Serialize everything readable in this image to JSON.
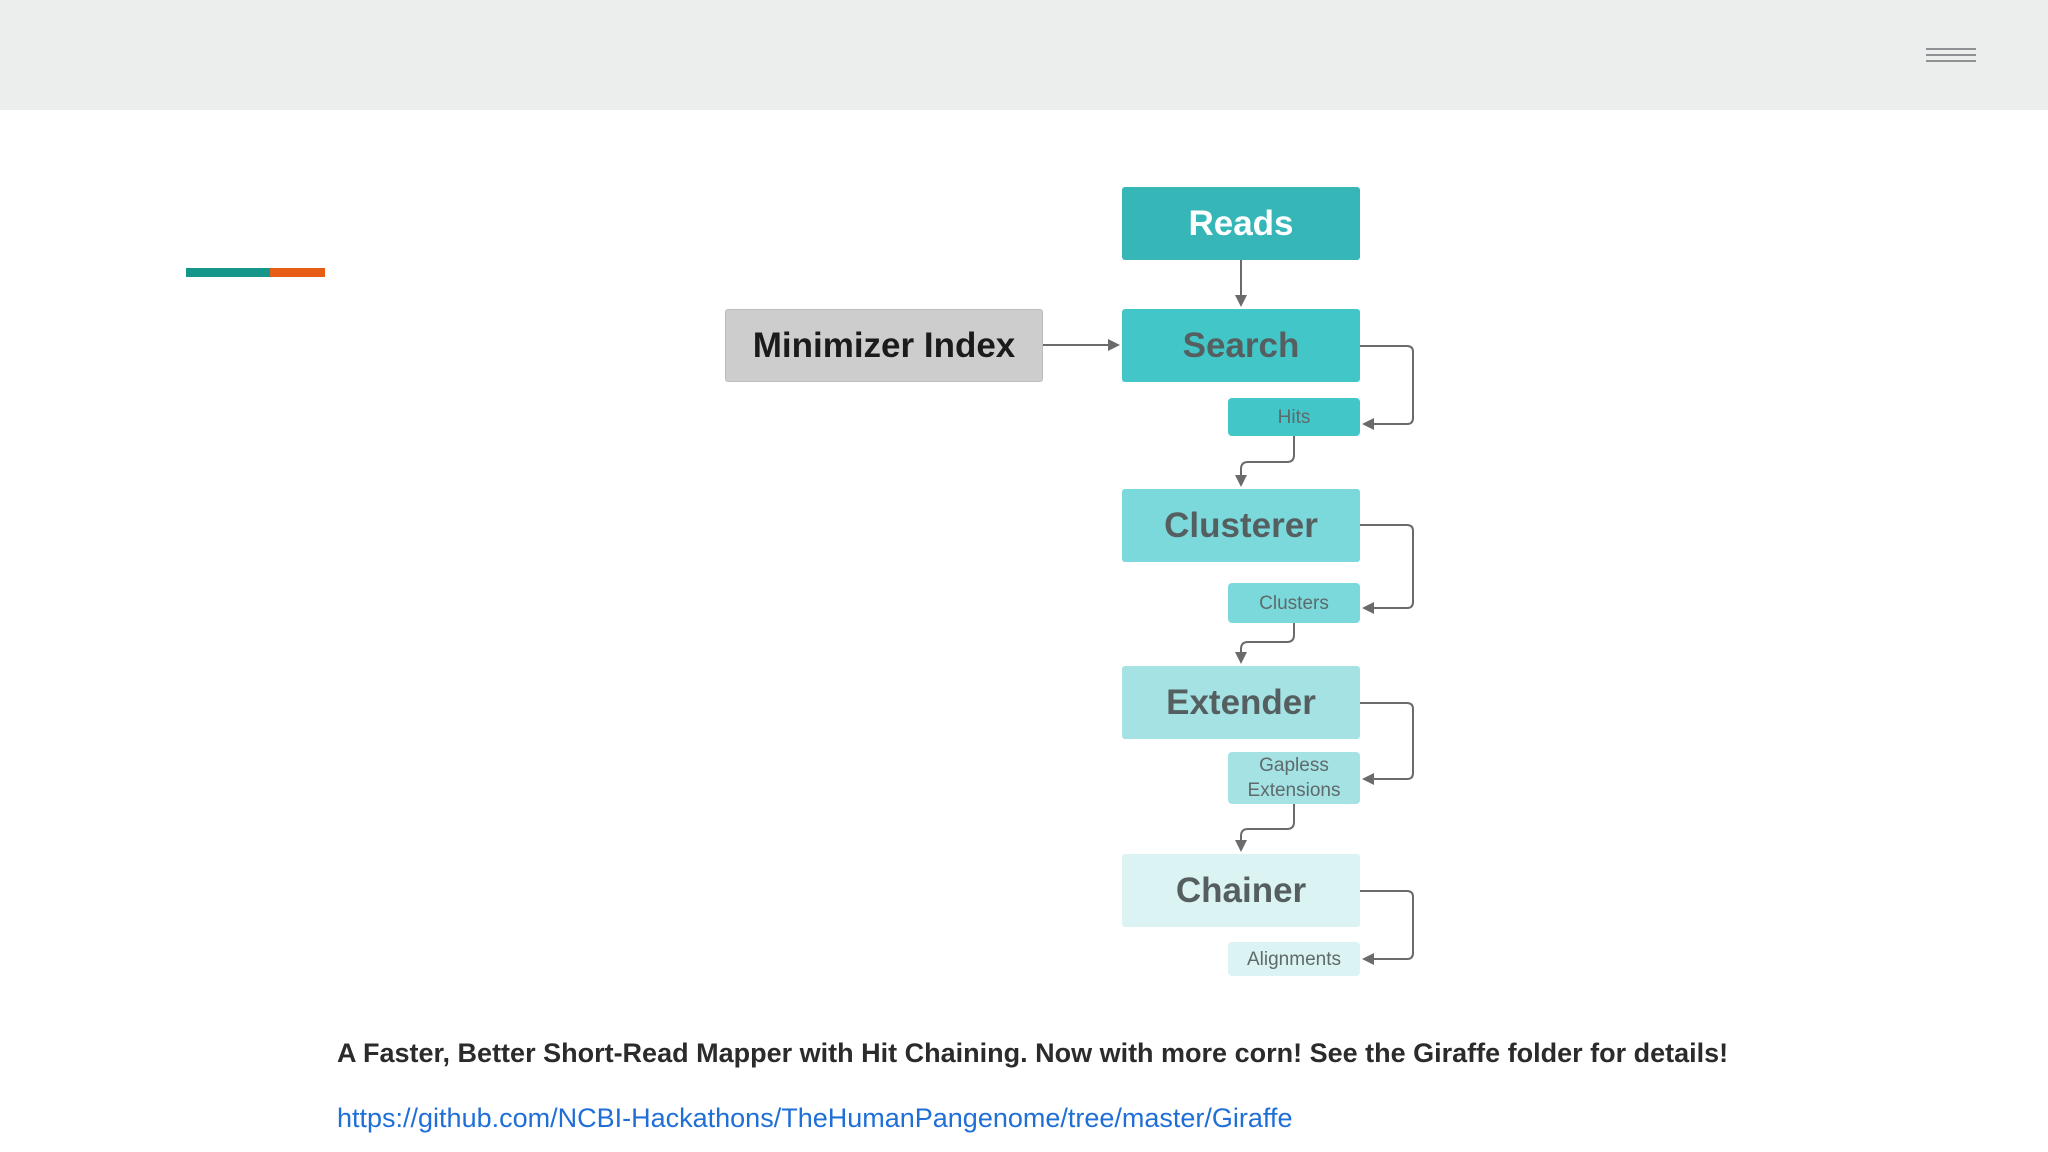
{
  "header": {
    "menu_icon": "hamburger-icon"
  },
  "accent_colors": {
    "teal": "#14968b",
    "orange": "#e85d14"
  },
  "diagram": {
    "reads": "Reads",
    "minimizer_index": "Minimizer Index",
    "search": "Search",
    "hits": "Hits",
    "clusterer": "Clusterer",
    "clusters": "Clusters",
    "extender": "Extender",
    "gapless_extensions": "Gapless Extensions",
    "chainer": "Chainer",
    "alignments": "Alignments",
    "colors": {
      "reads": "#37b6b8",
      "search": "#43c6c8",
      "clusterer": "#7bd8db",
      "extender": "#a5e2e4",
      "chainer": "#dcf3f3",
      "minimizer": "#cdcdcd",
      "arrow": "#6b6b6b"
    }
  },
  "content": {
    "description": "A Faster, Better Short-Read Mapper with Hit Chaining. Now with more corn! See the Giraffe folder for details!",
    "link": "https://github.com/NCBI-Hackathons/TheHumanPangenome/tree/master/Giraffe"
  }
}
